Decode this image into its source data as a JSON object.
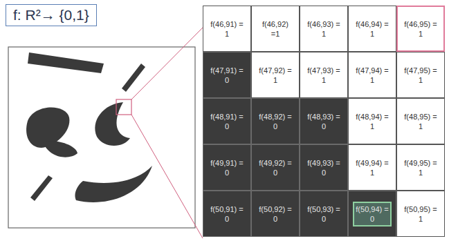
{
  "diagram": {
    "title": "f: R²→ {0,1}",
    "labels": [
      "f(46,91) = 1",
      "f(46,92) =1",
      "f(46,93) = 1",
      "f(46,94) = 1",
      "f(46,95) = 1",
      "f(47,91) = 0",
      "f(47,92) = 1",
      "f(47,93) = 1",
      "f(47,94) = 1",
      "f(47,95) = 1",
      "f(48,91) = 0",
      "f(48,92) = 0",
      "f(48,93) = 0",
      "f(48,94) = 1",
      "f(48,95) = 1",
      "f(49,91) = 0",
      "f(49,92) = 0",
      "f(49,93) = 0",
      "f(49,94) = 1",
      "f(49,95) = 1",
      "f(50,91) = 0",
      "f(50,92) = 0",
      "f(50,93) = 0",
      "f(50,94) = 0",
      "f(50,95) = 1"
    ]
  }
}
